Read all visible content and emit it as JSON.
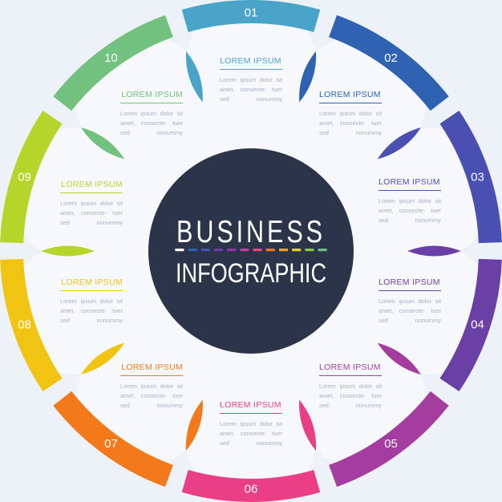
{
  "title": {
    "line1": "BUSINESS",
    "line2": "INFOGRAPHIC",
    "dash_colors": [
      "#ffffff",
      "#2f62b3",
      "#4a4fb2",
      "#6a3fa6",
      "#8f39a8",
      "#c43d9c",
      "#f2457c",
      "#f27a1b",
      "#f6a623",
      "#e8d21f",
      "#8ccd3a",
      "#6fbf8a"
    ]
  },
  "colors": {
    "background": "#edf1f8",
    "flower": "#f7f8fc",
    "center": "#2b3448"
  },
  "items": [
    {
      "number": "01",
      "heading": "LOREM IPSUM",
      "body": "Lorem ipsum dolor sit amet, consecte- tuer sed nonummy",
      "color": "#4aa3c9"
    },
    {
      "number": "02",
      "heading": "LOREM IPSUM",
      "body": "Lorem ipsum dolor sit amet, consecte- tuer sed nonummy",
      "color": "#2f62b3"
    },
    {
      "number": "03",
      "heading": "LOREM IPSUM",
      "body": "Lorem ipsum dolor sit amet, consecte- tuer sed nonummy",
      "color": "#4a4fb2"
    },
    {
      "number": "04",
      "heading": "LOREM IPSUM",
      "body": "Lorem ipsum dolor sit amet, consecte- tuer sed nonummy",
      "color": "#6a3fa6"
    },
    {
      "number": "05",
      "heading": "LOREM IPSUM",
      "body": "Lorem ipsum dolor sit amet, consecte- tuer sed nonummy",
      "color": "#a53c9f"
    },
    {
      "number": "06",
      "heading": "LOREM IPSUM",
      "body": "Lorem ipsum dolor sit amet, consecte- tuer sed nonummy",
      "color": "#ea3f86"
    },
    {
      "number": "07",
      "heading": "LOREM IPSUM",
      "body": "Lorem ipsum dolor sit amet, consecte- tuer sed nonummy",
      "color": "#f27a1b"
    },
    {
      "number": "08",
      "heading": "LOREM IPSUM",
      "body": "Lorem ipsum dolor sit amet, consecte- tuer sed nonummy",
      "color": "#f1c414"
    },
    {
      "number": "09",
      "heading": "LOREM IPSUM",
      "body": "Lorem ipsum dolor sit amet, consecte- tuer sed nonummy",
      "color": "#b6d52a"
    },
    {
      "number": "10",
      "heading": "LOREM IPSUM",
      "body": "Lorem ipsum dolor sit amet, consecte- tuer sed nonummy",
      "color": "#72c17e"
    }
  ]
}
